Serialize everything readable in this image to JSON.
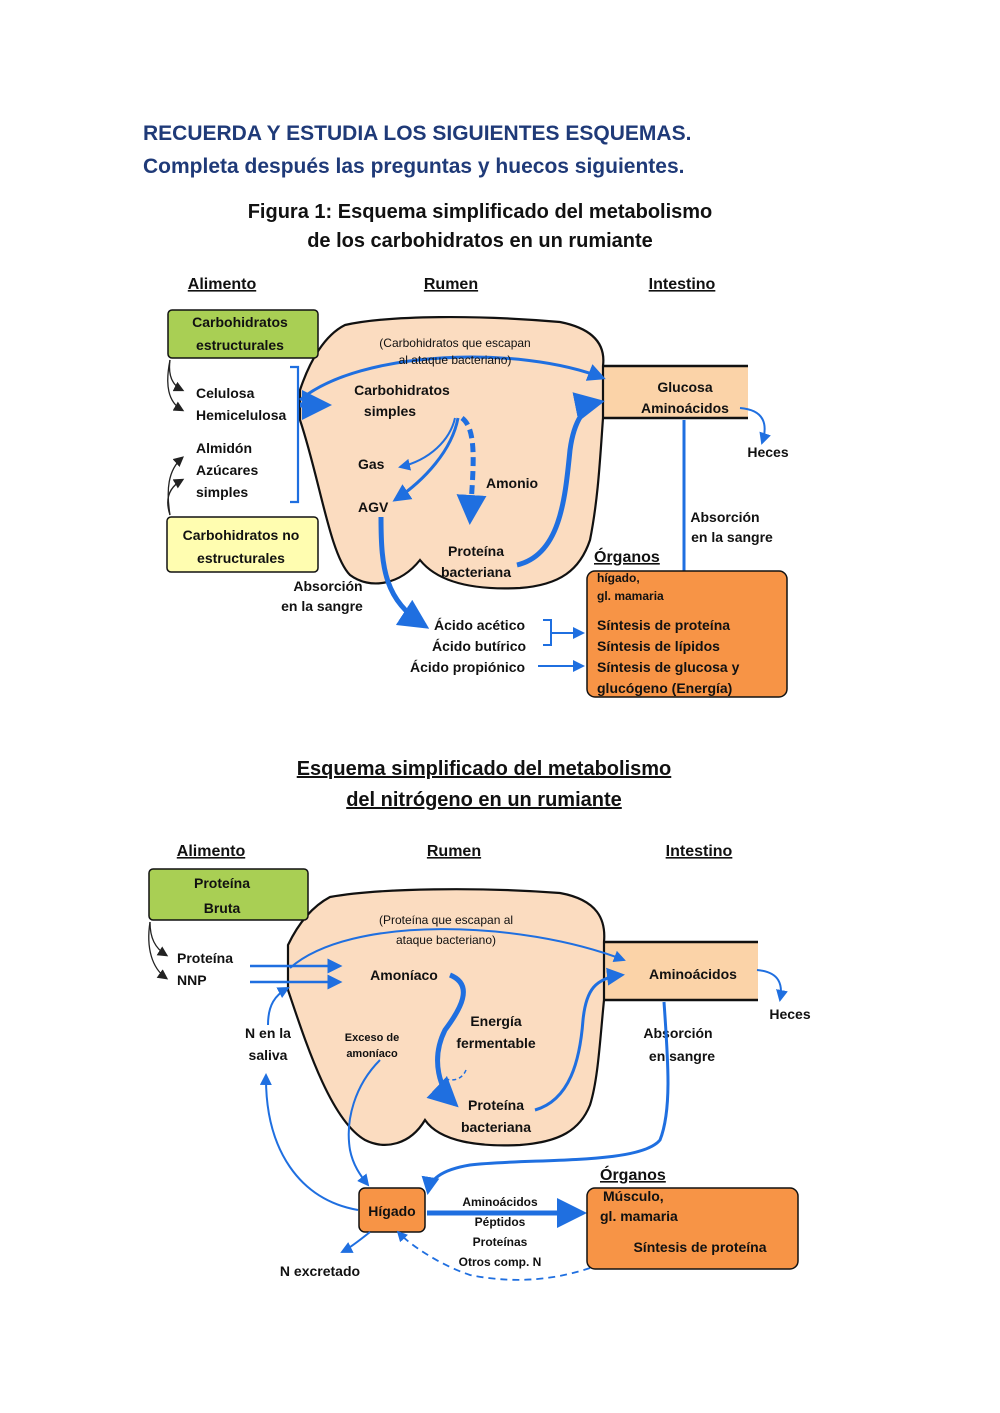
{
  "heading": {
    "line1": "RECUERDA Y ESTUDIA LOS SIGUIENTES ESQUEMAS.",
    "line2": "Completa después las preguntas y huecos siguientes."
  },
  "colors": {
    "heading": "#1f3a78",
    "arrow": "#1f6fe0",
    "rumen_fill": "#fbdcc0",
    "green_box": "#a9cf54",
    "yellow_box": "#fffdb0",
    "organ_box": "#f79446",
    "intestine_fill": "#fbd3a8"
  },
  "carb": {
    "title_line1": "Figura 1: Esquema simplificado del metabolismo",
    "title_line2": "de los carbohidratos en un rumiante",
    "col_alimento": "Alimento",
    "col_rumen": "Rumen",
    "col_intestino": "Intestino",
    "box_estructurales_1": "Carbohidratos",
    "box_estructurales_2": "estructurales",
    "celulosa": "Celulosa",
    "hemicelulosa": "Hemicelulosa",
    "almidon": "Almidón",
    "azucares": "Azúcares",
    "simples": "simples",
    "box_no_estructurales_1": "Carbohidratos no",
    "box_no_estructurales_2": "estructurales",
    "escape_1": "(Carbohidratos que escapan",
    "escape_2": "al ataque bacteriano)",
    "carb_simples_1": "Carbohidratos",
    "carb_simples_2": "simples",
    "gas": "Gas",
    "agv": "AGV",
    "amonio": "Amonio",
    "proteina_1": "Proteína",
    "proteina_2": "bacteriana",
    "glucosa": "Glucosa",
    "aminoacidos": "Aminoácidos",
    "heces": "Heces",
    "absorcion_1": "Absorción",
    "absorcion_2": "en la sangre",
    "absorcion_left_1": "Absorción",
    "absorcion_left_2": "en la sangre",
    "organos": "Órganos",
    "higado": "hígado,",
    "glandula": "gl. mamaria",
    "sintesis_1": "Síntesis de proteína",
    "sintesis_2": "Síntesis de lípidos",
    "sintesis_3": "Síntesis de glucosa y",
    "sintesis_4": "glucógeno (Energía)",
    "acetico": "Ácido acético",
    "butirico": "Ácido butírico",
    "propionico": "Ácido propiónico"
  },
  "nitro": {
    "title_line1": "Esquema simplificado del metabolismo",
    "title_line2": "del nitrógeno en un rumiante",
    "col_alimento": "Alimento",
    "col_rumen": "Rumen",
    "col_intestino": "Intestino",
    "box_proteina_1": "Proteína",
    "box_proteina_2": "Bruta",
    "proteina": "Proteína",
    "nnp": "NNP",
    "escape_1": "(Proteína que escapan al",
    "escape_2": "ataque bacteriano)",
    "amoniaco": "Amoníaco",
    "energia_1": "Energía",
    "energia_2": "fermentable",
    "exceso_1": "Exceso de",
    "exceso_2": "amoníaco",
    "proteina_bact_1": "Proteína",
    "proteina_bact_2": "bacteriana",
    "n_saliva_1": "N en la",
    "n_saliva_2": "saliva",
    "aminoacidos": "Aminoácidos",
    "heces": "Heces",
    "absorcion_1": "Absorción",
    "absorcion_2": "en sangre",
    "organos": "Órganos",
    "musculo": "Músculo,",
    "glandula": "gl. mamaria",
    "sintesis": "Síntesis de proteína",
    "higado": "Hígado",
    "flow_1": "Aminoácidos",
    "flow_2": "Péptidos",
    "flow_3": "Proteínas",
    "flow_4": "Otros comp. N",
    "n_excretado": "N excretado"
  }
}
